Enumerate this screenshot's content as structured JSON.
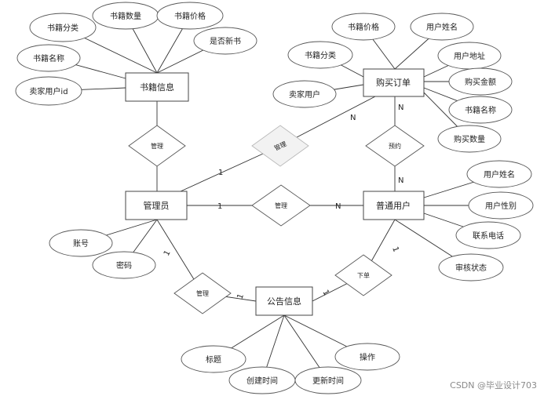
{
  "colors": {
    "line": "#333333",
    "ellipse_fill": "#ffffff",
    "ellipse_stroke": "#555555",
    "entity_fill": "#ffffff",
    "entity_stroke": "#444444",
    "diamond_fill": "#ffffff",
    "diamond_stroke": "#555555",
    "faded_fill": "#f2f2f2",
    "faded_stroke": "#b8b8b8"
  },
  "entities": {
    "book_info": "书籍信息",
    "purchase_order": "购买订单",
    "admin": "管理员",
    "user": "普通用户",
    "notice": "公告信息"
  },
  "attributes": {
    "book_category": "书籍分类",
    "book_quantity": "书籍数量",
    "book_price": "书籍价格",
    "is_new_book": "是否新书",
    "book_name": "书籍名称",
    "seller_user_id": "卖家用户id",
    "order_book_price": "书籍价格",
    "order_user_name": "用户姓名",
    "order_book_category": "书籍分类",
    "order_user_address": "用户地址",
    "order_amount": "购买金额",
    "order_seller": "卖家用户",
    "order_book_name": "书籍名称",
    "order_quantity": "购买数量",
    "user_name": "用户姓名",
    "user_gender": "用户性别",
    "user_phone": "联系电话",
    "user_review_status": "审核状态",
    "admin_account": "账号",
    "admin_password": "密码",
    "notice_title": "标题",
    "notice_created_at": "创建时间",
    "notice_updated_at": "更新时间",
    "notice_action": "操作"
  },
  "relationships": {
    "book_manage": "管理",
    "order_manage": "管理",
    "reserve": "预约",
    "user_manage": "管理",
    "notice_manage": "管理",
    "place_order": "下单"
  },
  "cardinalities": {
    "admin_order": "1",
    "order_admin": "N",
    "order_reserve": "N",
    "reserve_user": "N",
    "admin_user": "1",
    "user_admin": "N",
    "admin_notice": "1",
    "notice_admin": "1",
    "notice_user": "1",
    "user_notice": "1"
  },
  "watermark": "CSDN @毕业设计703"
}
